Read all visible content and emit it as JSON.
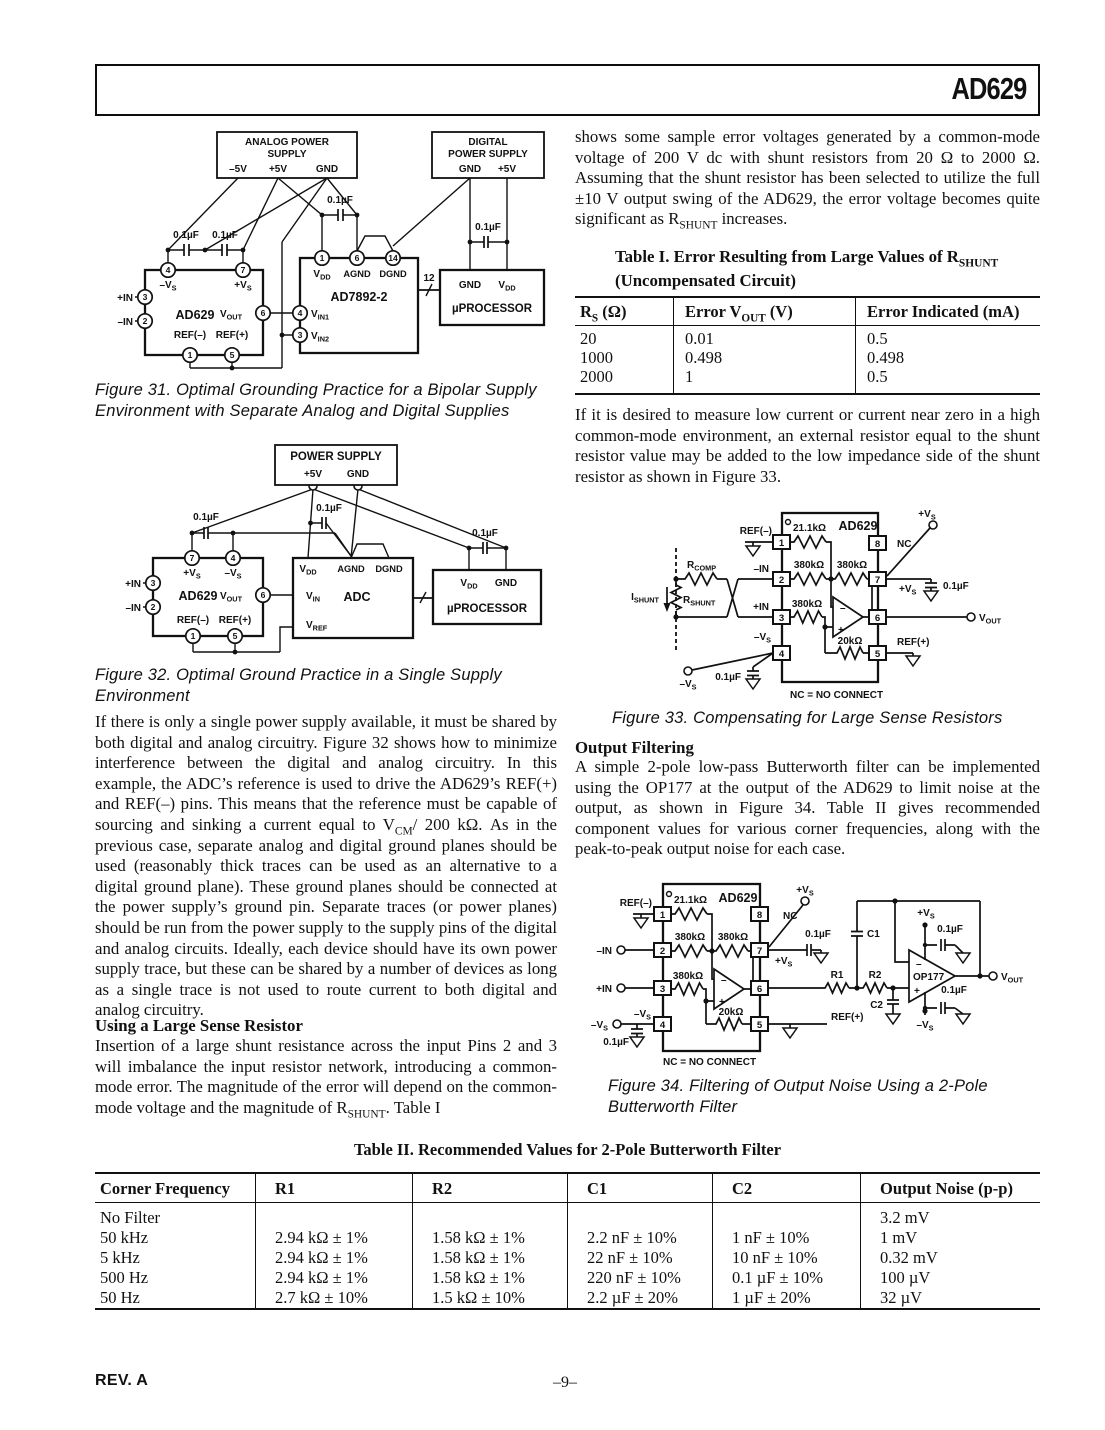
{
  "header": {
    "title": "AD629"
  },
  "c": {
    "cap": "0.1µF",
    "gnd": "GND",
    "p5": "+5V",
    "m5": "–5V",
    "pin": "+IN",
    "min": "–IN",
    "chip": "AD629",
    "up": "µPROCESSOR",
    "v": "V",
    "dd": "DD",
    "out": "OUT",
    "in": "IN",
    "in1": "IN1",
    "in2": "IN2",
    "ref": "REF",
    "pvs": "+V",
    "mvs": "–V",
    "s": "S",
    "refm": "REF(–)",
    "refp": "REF(+)",
    "agnd": "AGND",
    "dgnd": "DGND",
    "n1": "1",
    "n2": "2",
    "n3": "3",
    "n4": "4",
    "n5": "5",
    "n6": "6",
    "n7": "7",
    "n8": "8",
    "n12": "12",
    "n14": "14",
    "r380": "380kΩ",
    "r211": "21.1kΩ",
    "r20": "20kΩ",
    "nc": "NC",
    "ncn": "NC = NO CONNECT",
    "minus": "–",
    "plus": "+"
  },
  "figs": {
    "f31": {
      "t1": "ANALOG POWER",
      "t2": "SUPPLY",
      "d1": "DIGITAL",
      "d2": "POWER SUPPLY",
      "adc": "AD7892-2",
      "cap1": "Figure 31.  Optimal Grounding Practice for a Bipolar Supply",
      "cap2": "Environment with Separate Analog and Digital Supplies"
    },
    "f32": {
      "ps": "POWER SUPPLY",
      "adc": "ADC",
      "cap1": "Figure 32.  Optimal Ground Practice in a Single Supply",
      "cap2": "Environment"
    },
    "f33": {
      "r": "R",
      "compsub": "COMP",
      "shuntsub": "SHUNT",
      "i": "I",
      "cap1": "Figure 33.  Compensating for Large Sense Resistors"
    },
    "f34": {
      "op": "OP177",
      "r1": "R1",
      "r2": "R2",
      "c1": "C1",
      "c2": "C2",
      "cap1": "Figure 34.  Filtering of Output Noise Using a 2-Pole",
      "cap2": "Butterworth Filter"
    }
  },
  "text": {
    "p_left_a": "If there is only a single power supply available, it must be shared by both digital and analog circuitry. Figure 32 shows how to minimize interference between the digital and analog circuitry. In this example, the ADC’s reference is used to drive the AD629’s REF(+) and REF(–) pins. This means that the reference must be capable of sourcing and sinking a current equal to V",
    "p_left_a_sub": "CM",
    "p_left_b": "/ 200 kΩ. As in the previous case, separate analog and digital ground planes should be used (reasonably thick traces can be used as an alternative to a digital ground plane). These ground planes should be connected at the power supply’s ground pin. Separate traces (or power planes) should be run from the power supply to the supply pins of the digital and analog circuits. Ideally, each device should have its own power supply trace, but these can be shared by a number of devices as long as a single trace is not used to route current to both digital and analog circuitry.",
    "h_sense": "Using a Large Sense Resistor",
    "p_sense_a": "Insertion of a large shunt resistance across the input Pins 2 and 3 will imbalance the input resistor network, introducing a common-mode error. The magnitude of the error will depend on the common-mode voltage and the magnitude of R",
    "p_sense_sub": "SHUNT",
    "p_sense_b": ". Table I",
    "p_r1_a": "shows some sample error voltages generated by a common-mode voltage of 200 V dc with shunt resistors from 20 Ω to 2000 Ω. Assuming that the shunt resistor has been selected to utilize the full ±10 V output swing of the AD629, the error voltage becomes quite significant as R",
    "p_r1_sub": "SHUNT",
    "p_r1_b": " increases.",
    "p_r2": "If it is desired to measure low current or current near zero in a high common-mode environment, an external resistor equal to the shunt resistor value may be added to the low impedance side of the shunt resistor as shown in Figure 33.",
    "h_filter": "Output Filtering",
    "p_r3": "A simple 2-pole low-pass Butterworth filter can be implemented using the OP177 at the output of the AD629 to limit noise at the output, as shown in Figure 34. Table II gives recommended component values for various corner frequencies, along with the peak-to-peak output noise for each case."
  },
  "tables": {
    "t1": {
      "title_a": "Table I.  Error Resulting from Large Values of R",
      "title_sub": "SHUNT",
      "title_b": "(Uncompensated Circuit)",
      "h1a": "R",
      "h1sub": "S",
      "h1b": " (Ω)",
      "h2a": "Error V",
      "h2sub": "OUT",
      "h2b": " (V)",
      "h3": "Error Indicated (mA)",
      "rows": [
        [
          "20",
          "0.01",
          "0.5"
        ],
        [
          "1000",
          "0.498",
          "0.498"
        ],
        [
          "2000",
          "1",
          "0.5"
        ]
      ]
    },
    "t2": {
      "title": "Table II.  Recommended Values for 2-Pole Butterworth Filter",
      "headers": [
        "Corner Frequency",
        "R1",
        "R2",
        "C1",
        "C2",
        "Output Noise (p-p)"
      ],
      "rows": [
        [
          "No Filter",
          "",
          "",
          "",
          "",
          "3.2 mV"
        ],
        [
          "50 kHz",
          "2.94 kΩ ± 1%",
          "1.58 kΩ ± 1%",
          "2.2 nF ± 10%",
          "1 nF ± 10%",
          "1 mV"
        ],
        [
          "5 kHz",
          "2.94 kΩ ± 1%",
          "1.58 kΩ ± 1%",
          "22 nF ± 10%",
          "10 nF ± 10%",
          "0.32 mV"
        ],
        [
          "500 Hz",
          "2.94 kΩ ± 1%",
          "1.58 kΩ ± 1%",
          "220 nF ± 10%",
          "0.1 µF ± 10%",
          "100 µV"
        ],
        [
          "50 Hz",
          "2.7 kΩ ± 10%",
          "1.5 kΩ ± 10%",
          "2.2 µF ± 20%",
          "1 µF ± 20%",
          "32 µV"
        ]
      ]
    }
  },
  "footer": {
    "rev": "REV. A",
    "page": "–9–"
  }
}
